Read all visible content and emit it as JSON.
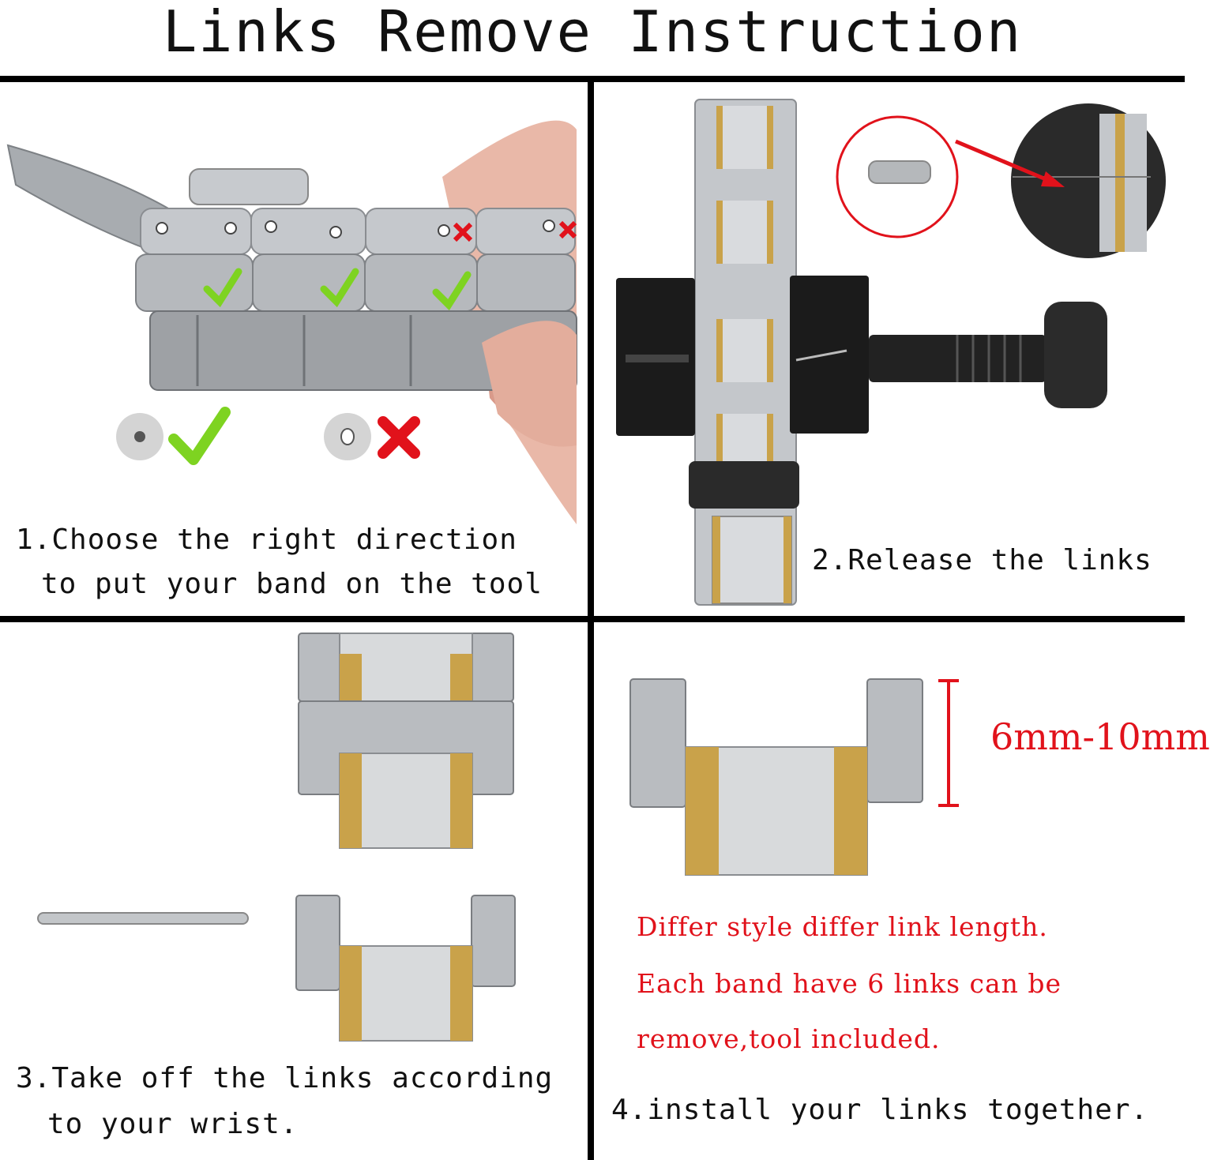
{
  "title": "Links Remove Instruction",
  "steps": {
    "step1": {
      "line1": "1.Choose the right direction",
      "line2": "to put your band on the tool"
    },
    "step2": {
      "line1": "2.Release the links"
    },
    "step3": {
      "line1": "3.Take off the links according",
      "line2": "to your wrist."
    },
    "step4": {
      "line1": "4.install your links together."
    }
  },
  "notes": {
    "line1": "Differ style differ link length.",
    "line2": "Each band have 6 links can be",
    "line3": "remove,tool included."
  },
  "measurement": "6mm-10mm",
  "colors": {
    "accent_red": "#e1121b",
    "check_green": "#7ed321",
    "steel": "#b9bcc0",
    "gold": "#c9a24a",
    "tool_black": "#1b1b1b"
  }
}
